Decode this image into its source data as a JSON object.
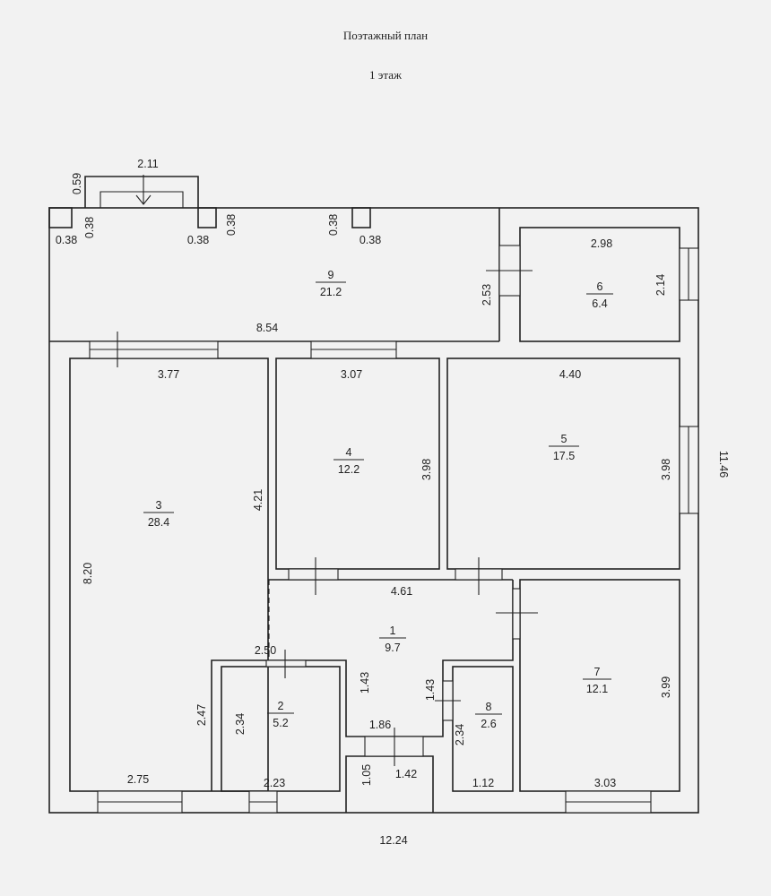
{
  "header": {
    "title": "Поэтажный план",
    "floor": "1 этаж"
  },
  "rooms": [
    {
      "id": "room-1",
      "number": "1",
      "area": "9.7"
    },
    {
      "id": "room-2",
      "number": "2",
      "area": "5.2"
    },
    {
      "id": "room-3",
      "number": "3",
      "area": "28.4"
    },
    {
      "id": "room-4",
      "number": "4",
      "area": "12.2"
    },
    {
      "id": "room-5",
      "number": "5",
      "area": "17.5"
    },
    {
      "id": "room-6",
      "number": "6",
      "area": "6.4"
    },
    {
      "id": "room-7",
      "number": "7",
      "area": "12.1"
    },
    {
      "id": "room-8",
      "number": "8",
      "area": "2.6"
    },
    {
      "id": "room-9",
      "number": "9",
      "area": "21.2"
    }
  ],
  "dimensions": {
    "porch_width": "2.11",
    "porch_depth": "0.59",
    "pillar_1_width": "0.38",
    "pillar_1_depth": "0.38",
    "pillar_2_width": "0.38",
    "pillar_2_depth": "0.38",
    "pillar_3_width": "0.38",
    "pillar_3_depth": "0.38",
    "room_9_length": "8.54",
    "room_6_width": "2.98",
    "room_6_left": "2.53",
    "room_6_right": "2.14",
    "room_3_top": "3.77",
    "room_3_height": "8.20",
    "room_3_inner": "4.21",
    "room_3_step": "2.47",
    "room_3_bottom": "2.75",
    "room_4_width": "3.07",
    "room_4_height": "3.98",
    "room_5_width": "4.40",
    "room_5_height": "3.98",
    "hall_width": "4.61",
    "hall_left": "2.50",
    "hall_mid": "1.43",
    "hall_right": "1.43",
    "hall_bottom": "1.86",
    "room_2_height": "2.34",
    "room_2_width": "2.23",
    "entry_width": "1.42",
    "entry_depth": "1.05",
    "room_8_height": "2.34",
    "room_8_width": "1.12",
    "room_7_height": "3.99",
    "room_7_width": "3.03",
    "total_width": "12.24",
    "total_height": "11.46"
  }
}
